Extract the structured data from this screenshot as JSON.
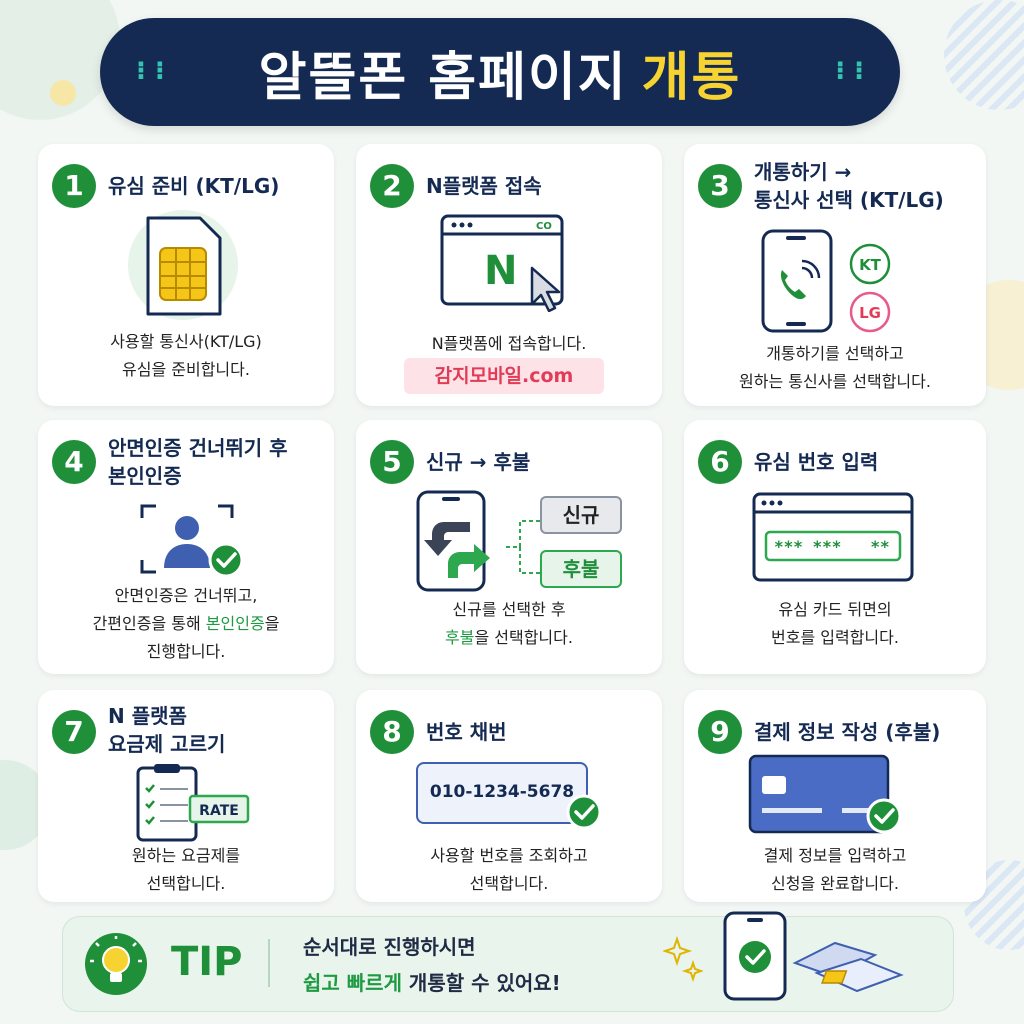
{
  "title": {
    "main": "알뜰폰 홈페이지",
    "highlight": "개통"
  },
  "steps": [
    {
      "num": "1",
      "title": "유심 준비 (KT/LG)",
      "desc1": "사용할 통신사(KT/LG)",
      "desc2": "유심을 준비합니다."
    },
    {
      "num": "2",
      "title": "N플랫폼 접속",
      "desc1": "N플랫폼에 접속합니다.",
      "site": "감지모바일.com",
      "browser_letter": "N",
      "browser_tag": "CO"
    },
    {
      "num": "3",
      "title1": "개통하기 →",
      "title2": "통신사 선택 (KT/LG)",
      "desc1": "개통하기를 선택하고",
      "desc2": "원하는 통신사를 선택합니다.",
      "carrier1": "KT",
      "carrier2": "LG"
    },
    {
      "num": "4",
      "title1": "안면인증 건너뛰기 후",
      "title2": "본인인증",
      "desc1": "안면인증은 건너뛰고,",
      "desc2a": "간편인증을 통해 ",
      "desc2b": "본인인증",
      "desc2c": "을",
      "desc3": "진행합니다."
    },
    {
      "num": "5",
      "title": "신규 → 후불",
      "desc1": "신규를 선택한 후",
      "desc2a": "후불",
      "desc2b": "을 선택합니다.",
      "opt1": "신규",
      "opt2": "후불"
    },
    {
      "num": "6",
      "title": "유심 번호 입력",
      "desc1": "유심 카드 뒤면의",
      "desc2": "번호를 입력합니다.",
      "masked": "*** ***   **"
    },
    {
      "num": "7",
      "title1": "N 플랫폼",
      "title2": "요금제 고르기",
      "desc1": "원하는 요금제를",
      "desc2": "선택합니다.",
      "rate": "RATE"
    },
    {
      "num": "8",
      "title": "번호 채번",
      "desc1": "사용할 번호를 조회하고",
      "desc2": "선택합니다.",
      "phone_number": "010-1234-5678"
    },
    {
      "num": "9",
      "title": "결제 정보 작성 (후불)",
      "desc1": "결제 정보를 입력하고",
      "desc2": "신청을 완료합니다."
    }
  ],
  "tip": {
    "label": "TIP",
    "line1": "순서대로 진행하시면",
    "line2a": "쉽고 빠르게",
    "line2b": " 개통할 수 있어요!"
  },
  "colors": {
    "navy": "#142a52",
    "green": "#1f8f3a",
    "yellow": "#f7d332",
    "pink": "#e33b55"
  }
}
